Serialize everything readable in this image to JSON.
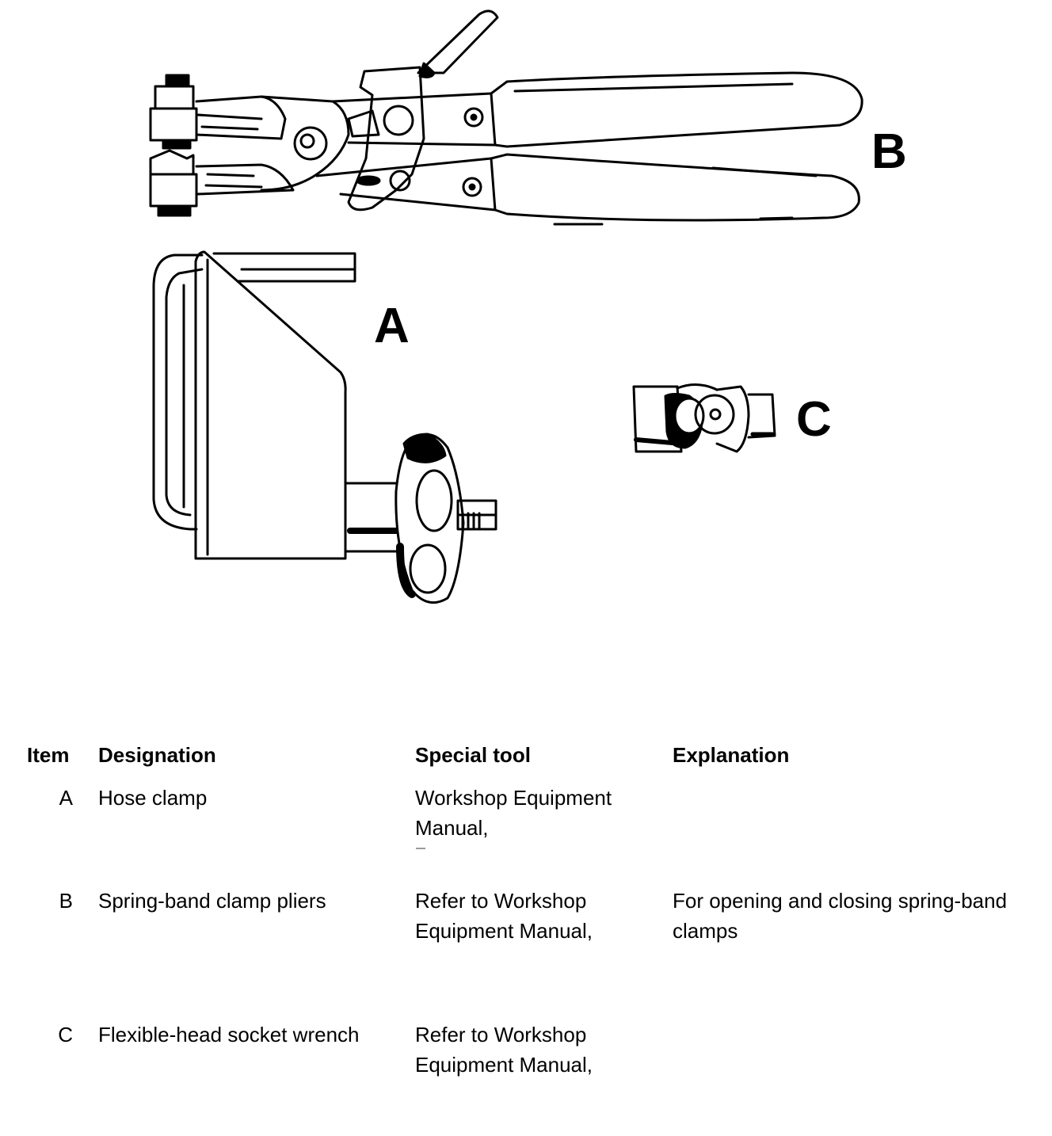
{
  "figure": {
    "callouts": {
      "a": "A",
      "b": "B",
      "c": "C"
    }
  },
  "table": {
    "headers": {
      "item": "Item",
      "designation": "Designation",
      "special_tool": "Special tool",
      "explanation": "Explanation"
    },
    "rows": [
      {
        "item": "A",
        "designation": "Hose clamp",
        "special_tool_lines": [
          "Workshop Equipment",
          "Manual,"
        ],
        "explanation_lines": [
          "",
          ""
        ]
      },
      {
        "item": "B",
        "designation": "Spring-band clamp pliers",
        "special_tool_lines": [
          "Refer to Workshop",
          "Equipment Manual,"
        ],
        "explanation_lines": [
          "For opening and closing spring-band",
          "clamps"
        ]
      },
      {
        "item": "C",
        "designation": "Flexible-head socket wrench",
        "special_tool_lines": [
          "Refer to Workshop",
          "Equipment Manual,"
        ],
        "explanation_lines": [
          "",
          ""
        ]
      }
    ]
  }
}
